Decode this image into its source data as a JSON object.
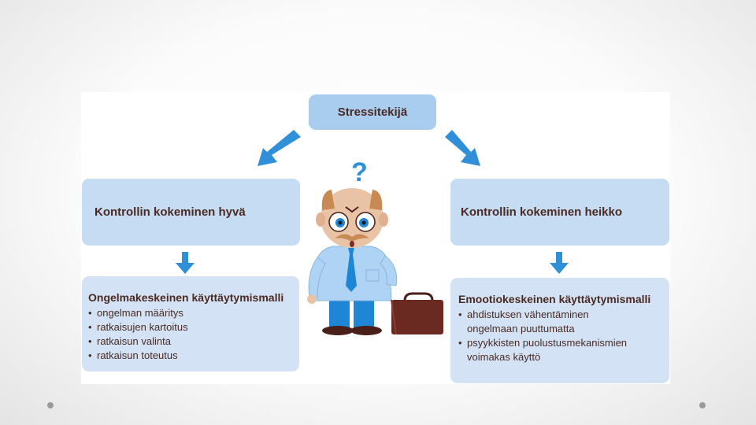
{
  "diagram": {
    "top_box": "Stressitekijä",
    "left_mid": "Kontrollin kokeminen hyvä",
    "right_mid": "Kontrollin kokeminen heikko",
    "left_bottom": {
      "heading": "Ongelmakeskeinen käyttäytymismalli",
      "items": [
        "ongelman määritys",
        "ratkaisujen kartoitus",
        "ratkaisun valinta",
        "ratkaisun toteutus"
      ]
    },
    "right_bottom": {
      "heading": "Emootiokeskeinen käyttäytymismalli",
      "items": [
        "ahdistuksen vähentäminen",
        "ongelmaan puuttumatta",
        "psyykkisten puolustusmekanismien",
        "voimakas käyttö"
      ]
    },
    "question_mark": "?"
  },
  "colors": {
    "box": "#c6dcf2",
    "top_box": "#a8cdef",
    "arrow": "#2f8fd8",
    "text": "#4a2a22"
  }
}
